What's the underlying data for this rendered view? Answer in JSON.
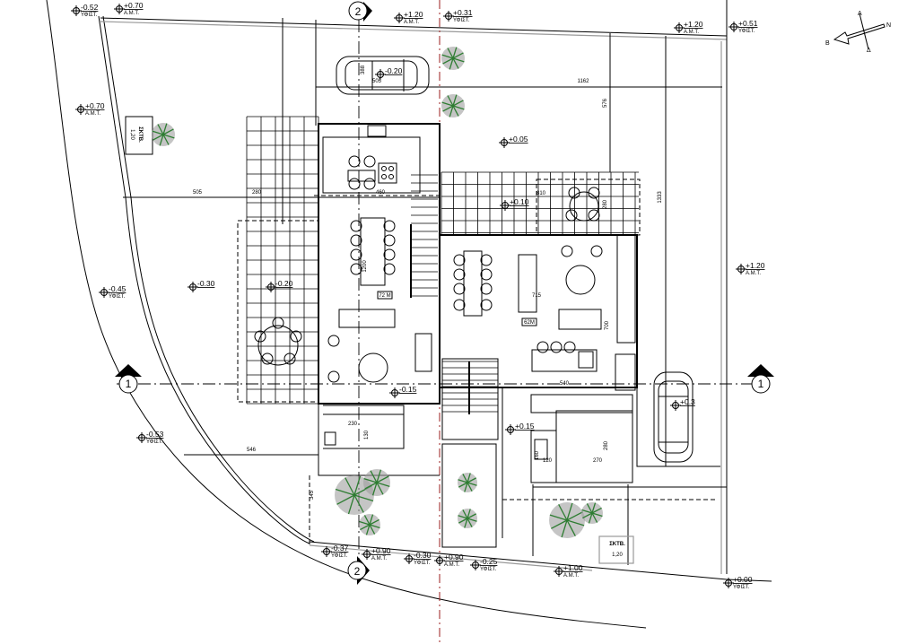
{
  "drawing": {
    "axes": {
      "axis_1": "1",
      "axis_2": "2"
    },
    "north_arrow": {
      "letters": [
        "B",
        "A",
        "Δ",
        "N"
      ]
    },
    "elevations": [
      {
        "value": "-0.52",
        "sub": "ΥΦΙΣΤ."
      },
      {
        "value": "+0.70",
        "sub": "Α.Μ.Τ."
      },
      {
        "value": "+1.20",
        "sub": "Α.Μ.Τ."
      },
      {
        "value": "+0.31",
        "sub": "ΥΦΙΣΤ."
      },
      {
        "value": "+1.20",
        "sub": "Α.Μ.Τ."
      },
      {
        "value": "+0.51",
        "sub": "ΥΦΙΣΤ."
      },
      {
        "value": "+0.70",
        "sub": "Α.Μ.Τ."
      },
      {
        "value": "-0.20",
        "sub": ""
      },
      {
        "value": "+0.05",
        "sub": ""
      },
      {
        "value": "+0.10",
        "sub": ""
      },
      {
        "value": "+1.20",
        "sub": "Α.Μ.Τ."
      },
      {
        "value": "-0.45",
        "sub": "ΥΦΙΣΤ."
      },
      {
        "value": "-0.30",
        "sub": ""
      },
      {
        "value": "-0.20",
        "sub": ""
      },
      {
        "value": "-0.15",
        "sub": ""
      },
      {
        "value": "-0.53",
        "sub": "ΥΦΙΣΤ."
      },
      {
        "value": "+0.15",
        "sub": ""
      },
      {
        "value": "+0.3",
        "sub": ""
      },
      {
        "value": "-0.37",
        "sub": "ΥΦΙΣΤ."
      },
      {
        "value": "+0.90",
        "sub": "Α.Μ.Τ."
      },
      {
        "value": "-0.30",
        "sub": "ΥΦΙΣΤ."
      },
      {
        "value": "+0.90",
        "sub": "Α.Μ.Τ."
      },
      {
        "value": "-0.25",
        "sub": "ΥΦΙΣΤ."
      },
      {
        "value": "+1.00",
        "sub": "Α.Μ.Τ."
      },
      {
        "value": "+0.00",
        "sub": "ΥΦΙΣΤ."
      }
    ],
    "dimensions": [
      "505",
      "280",
      "460",
      "1162",
      "576",
      "1333",
      "810",
      "280",
      "1200",
      "715",
      "700",
      "540",
      "546",
      "230",
      "130",
      "160",
      "120",
      "270",
      "280",
      "345",
      "388",
      "505"
    ],
    "room_tags": [
      "72 M",
      "62M"
    ],
    "meter_boxes": [
      {
        "label": "ΣΚΤΒ.",
        "size": "1,20"
      },
      {
        "label": "ΣΚΤΒ.",
        "size": "1,20"
      }
    ],
    "colors": {
      "line": "#000000",
      "tree_green": "#2e7d32",
      "tree_grey": "#9e9e9e",
      "axis_red": "#9b1c1c"
    }
  }
}
